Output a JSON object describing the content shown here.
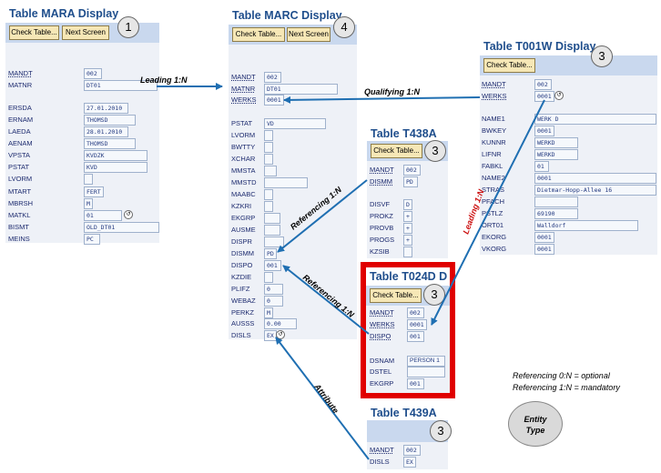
{
  "colors": {
    "title": "#1f4e8c",
    "arrow": "#1f6fb2",
    "highlight": "#e00000",
    "entity_fill": "#d9d9d9"
  },
  "check_table_label": "Check Table...",
  "next_screen_label": "Next Screen",
  "mara": {
    "title": "Table MARA Display",
    "badge": "1",
    "fields": [
      {
        "label": "MANDT",
        "value": "002"
      },
      {
        "label": "MATNR",
        "value": "DT01"
      },
      {
        "label": "ERSDA",
        "value": "27.01.2010"
      },
      {
        "label": "ERNAM",
        "value": "THOMSD"
      },
      {
        "label": "LAEDA",
        "value": "28.01.2010"
      },
      {
        "label": "AENAM",
        "value": "THOMSD"
      },
      {
        "label": "VPSTA",
        "value": "KVDZK"
      },
      {
        "label": "PSTAT",
        "value": "KVD"
      },
      {
        "label": "LVORM",
        "value": ""
      },
      {
        "label": "MTART",
        "value": "FERT"
      },
      {
        "label": "MBRSH",
        "value": "M"
      },
      {
        "label": "MATKL",
        "value": "01"
      },
      {
        "label": "BISMT",
        "value": "OLD_DT01"
      },
      {
        "label": "MEINS",
        "value": "PC"
      }
    ]
  },
  "marc": {
    "title": "Table MARC Display",
    "badge": "4",
    "fields": [
      {
        "label": "MANDT",
        "value": "002"
      },
      {
        "label": "MATNR",
        "value": "DT01"
      },
      {
        "label": "WERKS",
        "value": "0001"
      },
      {
        "label": "PSTAT",
        "value": "VD"
      },
      {
        "label": "LVORM",
        "value": ""
      },
      {
        "label": "BWTTY",
        "value": ""
      },
      {
        "label": "XCHAR",
        "value": ""
      },
      {
        "label": "MMSTA",
        "value": ""
      },
      {
        "label": "MMSTD",
        "value": ""
      },
      {
        "label": "MAABC",
        "value": ""
      },
      {
        "label": "KZKRI",
        "value": ""
      },
      {
        "label": "EKGRP",
        "value": ""
      },
      {
        "label": "AUSME",
        "value": ""
      },
      {
        "label": "DISPR",
        "value": ""
      },
      {
        "label": "DISMM",
        "value": "PD"
      },
      {
        "label": "DISPO",
        "value": "001"
      },
      {
        "label": "KZDIE",
        "value": ""
      },
      {
        "label": "PLIFZ",
        "value": "0"
      },
      {
        "label": "WEBAZ",
        "value": "0"
      },
      {
        "label": "PERKZ",
        "value": "M"
      },
      {
        "label": "AUSSS",
        "value": "0.00"
      },
      {
        "label": "DISLS",
        "value": "EX"
      }
    ]
  },
  "t001w": {
    "title": "Table T001W Display",
    "badge": "3",
    "fields": [
      {
        "label": "MANDT",
        "value": "002"
      },
      {
        "label": "WERKS",
        "value": "0001"
      },
      {
        "label": "NAME1",
        "value": "WERK D"
      },
      {
        "label": "BWKEY",
        "value": "0001"
      },
      {
        "label": "KUNNR",
        "value": "WERKD"
      },
      {
        "label": "LIFNR",
        "value": "WERKD"
      },
      {
        "label": "FABKL",
        "value": "01"
      },
      {
        "label": "NAME2",
        "value": "0001"
      },
      {
        "label": "STRAS",
        "value": "Dietmar-Hopp-Allee 16"
      },
      {
        "label": "PFACH",
        "value": ""
      },
      {
        "label": "PSTLZ",
        "value": "69190"
      },
      {
        "label": "ORT01",
        "value": "Walldorf"
      },
      {
        "label": "EKORG",
        "value": "0001"
      },
      {
        "label": "VKORG",
        "value": "0001"
      }
    ]
  },
  "t438a": {
    "title": "Table T438A",
    "badge": "3",
    "fields": [
      {
        "label": "MANDT",
        "value": "002"
      },
      {
        "label": "DISMM",
        "value": "PD"
      },
      {
        "label": "DISVF",
        "value": "D"
      },
      {
        "label": "PROKZ",
        "value": "+"
      },
      {
        "label": "PROVB",
        "value": "+"
      },
      {
        "label": "PROGS",
        "value": "+"
      },
      {
        "label": "KZSIB",
        "value": ""
      }
    ]
  },
  "t024d": {
    "title": "Table T024D D",
    "badge": "3",
    "fields": [
      {
        "label": "MANDT",
        "value": "002"
      },
      {
        "label": "WERKS",
        "value": "0001"
      },
      {
        "label": "DISPO",
        "value": "001"
      },
      {
        "label": "DSNAM",
        "value": "PERSON 1"
      },
      {
        "label": "DSTEL",
        "value": ""
      },
      {
        "label": "EKGRP",
        "value": "001"
      }
    ]
  },
  "t439a": {
    "title": "Table T439A",
    "badge": "3",
    "fields": [
      {
        "label": "MANDT",
        "value": "002"
      },
      {
        "label": "DISLS",
        "value": "EX"
      }
    ]
  },
  "relations": {
    "leading_mara_marc": "Leading 1:N",
    "qualifying": "Qualifying 1:N",
    "leading_t001w_t024d": "Leading 1:N",
    "referencing_t438a": "Referencing 1:N",
    "referencing_t024d": "Referencing 1:N",
    "attribute": "Attribute"
  },
  "legend": {
    "line1": "Referencing 0:N = optional",
    "line2": "Referencing 1:N = mandatory",
    "entity_line1": "Entity",
    "entity_line2": "Type"
  }
}
